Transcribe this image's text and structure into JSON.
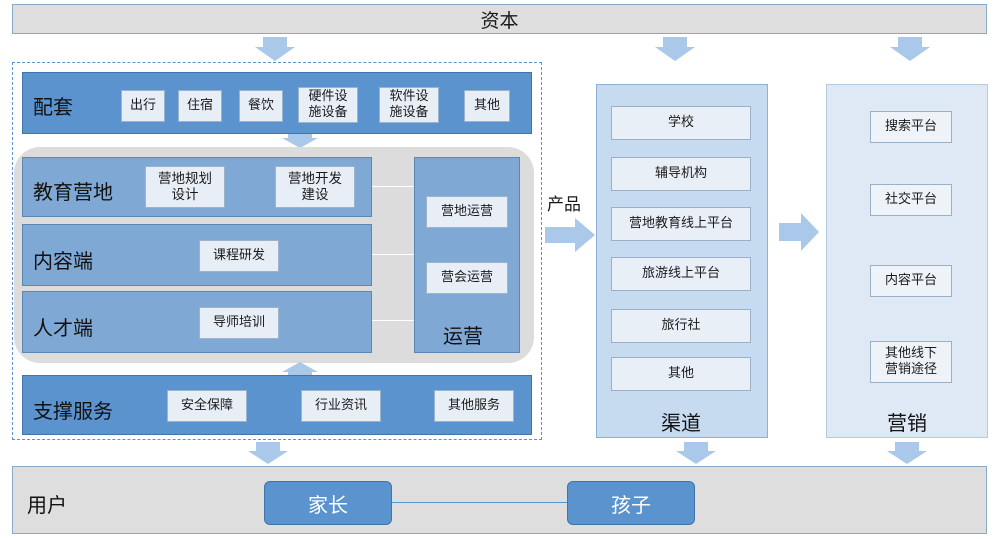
{
  "capital": {
    "label": "资本"
  },
  "peitao": {
    "label": "配套",
    "items": [
      "出行",
      "住宿",
      "餐饮",
      "硬件设\n施设备",
      "软件设\n施设备",
      "其他"
    ]
  },
  "core": {
    "edu": {
      "label": "教育营地",
      "items": [
        "营地规划\n设计",
        "营地开发\n建设"
      ]
    },
    "content": {
      "label": "内容端",
      "items": [
        "课程研发"
      ]
    },
    "talent": {
      "label": "人才端",
      "items": [
        "导师培训"
      ]
    },
    "ops": {
      "label": "运营",
      "items": [
        "营地运营",
        "营会运营"
      ]
    }
  },
  "support": {
    "label": "支撑服务",
    "items": [
      "安全保障",
      "行业资讯",
      "其他服务"
    ]
  },
  "product_label": "产品",
  "channels": {
    "label": "渠道",
    "items": [
      "学校",
      "辅导机构",
      "营地教育线上平台",
      "旅游线上平台",
      "旅行社",
      "其他"
    ]
  },
  "marketing": {
    "label": "营销",
    "items": [
      "搜索平台",
      "社交平台",
      "内容平台",
      "其他线下\n营销途径"
    ]
  },
  "users": {
    "label": "用户",
    "items": [
      "家长",
      "孩子"
    ]
  },
  "colors": {
    "accent": "#5b93cf",
    "arrow": "#a9c8ea",
    "panel": "#c6dbf0"
  }
}
